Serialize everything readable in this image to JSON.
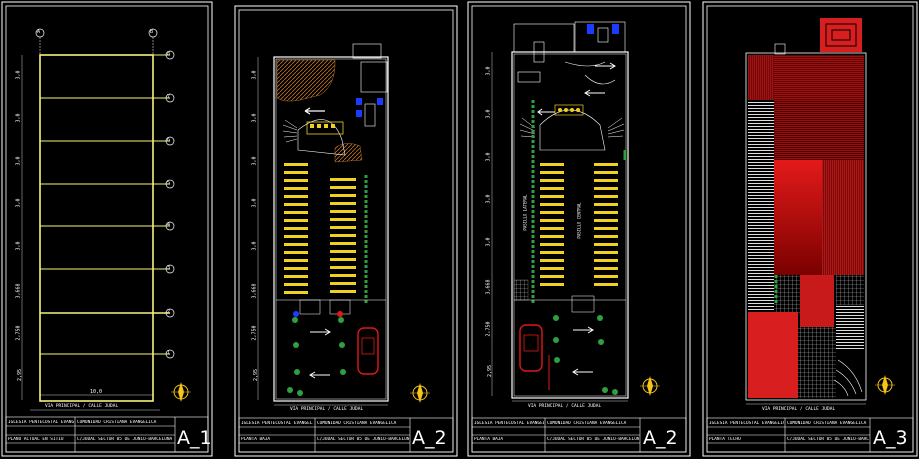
{
  "sheets": [
    {
      "id": "A-1",
      "number": "A_1",
      "grid_letters": [
        "A",
        "B"
      ],
      "grid_numbers": [
        "8",
        "7",
        "6",
        "5",
        "4",
        "3",
        "2",
        "1"
      ],
      "dims_left": [
        "3,0",
        "3,0",
        "3,0",
        "3,0",
        "3,0",
        "3,668",
        "2,750",
        "2,95"
      ],
      "dim_bottom": "10,0",
      "street_label": "VIA PRINCIPAL / CALLE JUDAL",
      "title_block": {
        "project": "IGLESIA PENTECOSTAL EVANGELICA",
        "owner": "COMUNIDAD CRISTIANA EVANGELICA",
        "plan": "PLANO ACTUAL EN SITIO",
        "location": "C/JUDAL SECTOR 05 DE JUNIO-BARCELONA"
      }
    },
    {
      "id": "A-2a",
      "number": "A_2",
      "dims_left": [
        "3,0",
        "3,0",
        "3,0",
        "3,0",
        "3,0",
        "3,668",
        "2,750",
        "2,95"
      ],
      "street_label": "VIA PRINCIPAL / CALLE JUDAL",
      "title_block": {
        "project": "IGLESIA PENTECOSTAL EVANGELICA",
        "owner": "COMUNIDAD CRISTIANA EVANGELICA",
        "plan": "PLANTA BAJA",
        "location": "C/JUDAL SECTOR 05 DE JUNIO-BARCELONA"
      }
    },
    {
      "id": "A-2b",
      "number": "A_2",
      "dims_left": [
        "3,0",
        "3,0",
        "3,0",
        "3,0",
        "3,0",
        "3,668",
        "2,750",
        "2,95"
      ],
      "aisle_left": "PASILLO LATERAL",
      "aisle_center": "PASILLO CENTRAL",
      "street_label": "VIA PRINCIPAL / CALLE JUDAL",
      "title_block": {
        "project": "IGLESIA PENTECOSTAL EVANGELICA",
        "owner": "COMUNIDAD CRISTIANA EVANGELICA",
        "plan": "PLANTA BAJA",
        "location": "C/JUDAL SECTOR 05 DE JUNIO-BARCELONA"
      }
    },
    {
      "id": "A-3",
      "number": "A_3",
      "street_label": "VIA PRINCIPAL / CALLE JUDAL",
      "title_block": {
        "project": "IGLESIA PENTECOSTAL EVANGELICA",
        "owner": "COMUNIDAD CRISTIANA EVANGELICA",
        "plan": "PLANTA TECHO",
        "location": "C/JUDAL SECTOR 05 DE JUNIO-BARCELONA"
      }
    }
  ],
  "colors": {
    "background": "#000000",
    "sheet_border": "#ffffff",
    "grid_line": "#f5f37a",
    "roof_red": "#d81e1e",
    "seat_yellow": "#f0d020",
    "hedge_green": "#2fa040",
    "car_red": "#e01818",
    "blue_fixture": "#1a3cff"
  }
}
